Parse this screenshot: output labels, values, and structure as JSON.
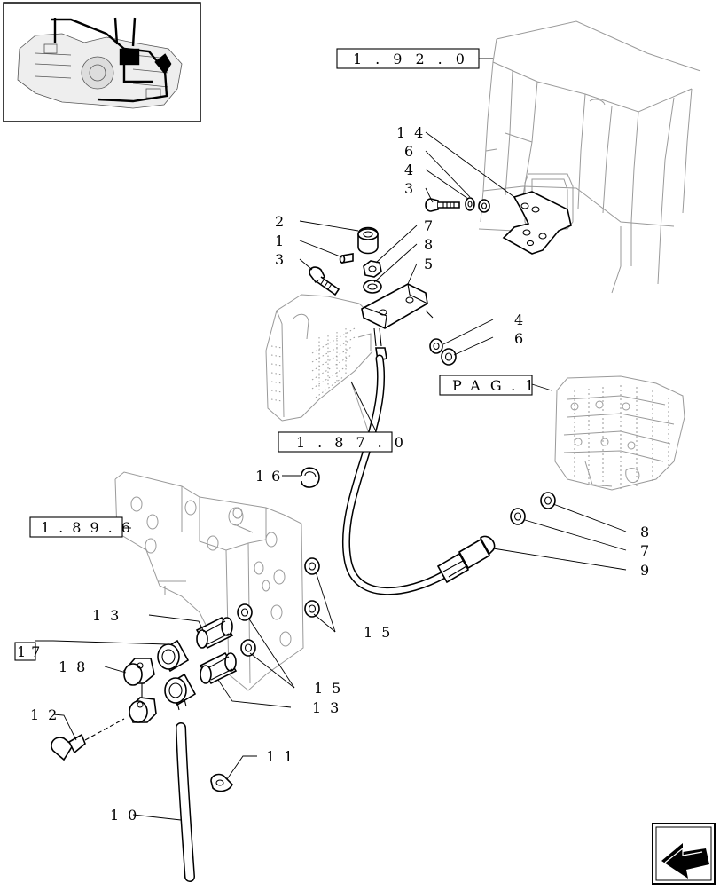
{
  "callouts": [
    {
      "id": "c1",
      "text": "1"
    },
    {
      "id": "c2",
      "text": "2"
    },
    {
      "id": "c3a",
      "text": "3"
    },
    {
      "id": "c3b",
      "text": "3"
    },
    {
      "id": "c4a",
      "text": "4"
    },
    {
      "id": "c4b",
      "text": "4"
    },
    {
      "id": "c5",
      "text": "5"
    },
    {
      "id": "c6a",
      "text": "6"
    },
    {
      "id": "c6b",
      "text": "6"
    },
    {
      "id": "c7a",
      "text": "7"
    },
    {
      "id": "c7b",
      "text": "7"
    },
    {
      "id": "c8a",
      "text": "8"
    },
    {
      "id": "c8b",
      "text": "8"
    },
    {
      "id": "c9",
      "text": "9"
    },
    {
      "id": "c10",
      "text": "10"
    },
    {
      "id": "c11",
      "text": "11"
    },
    {
      "id": "c12",
      "text": "12"
    },
    {
      "id": "c13a",
      "text": "13"
    },
    {
      "id": "c13b",
      "text": "13"
    },
    {
      "id": "c14",
      "text": "14"
    },
    {
      "id": "c15a",
      "text": "15"
    },
    {
      "id": "c15b",
      "text": "15"
    },
    {
      "id": "c16",
      "text": "16"
    },
    {
      "id": "c17",
      "text": "17"
    },
    {
      "id": "c18",
      "text": "18"
    }
  ],
  "references": {
    "r1920": "1.92.0",
    "rpag": "PAG.1",
    "r1870": "1.87.0",
    "r1896": "1.89.6"
  },
  "nav": {
    "next_page_icon": "arrow-next-page-icon"
  },
  "colors": {
    "line": "#000000",
    "ghost": "#9a9a9a",
    "background": "#ffffff"
  }
}
